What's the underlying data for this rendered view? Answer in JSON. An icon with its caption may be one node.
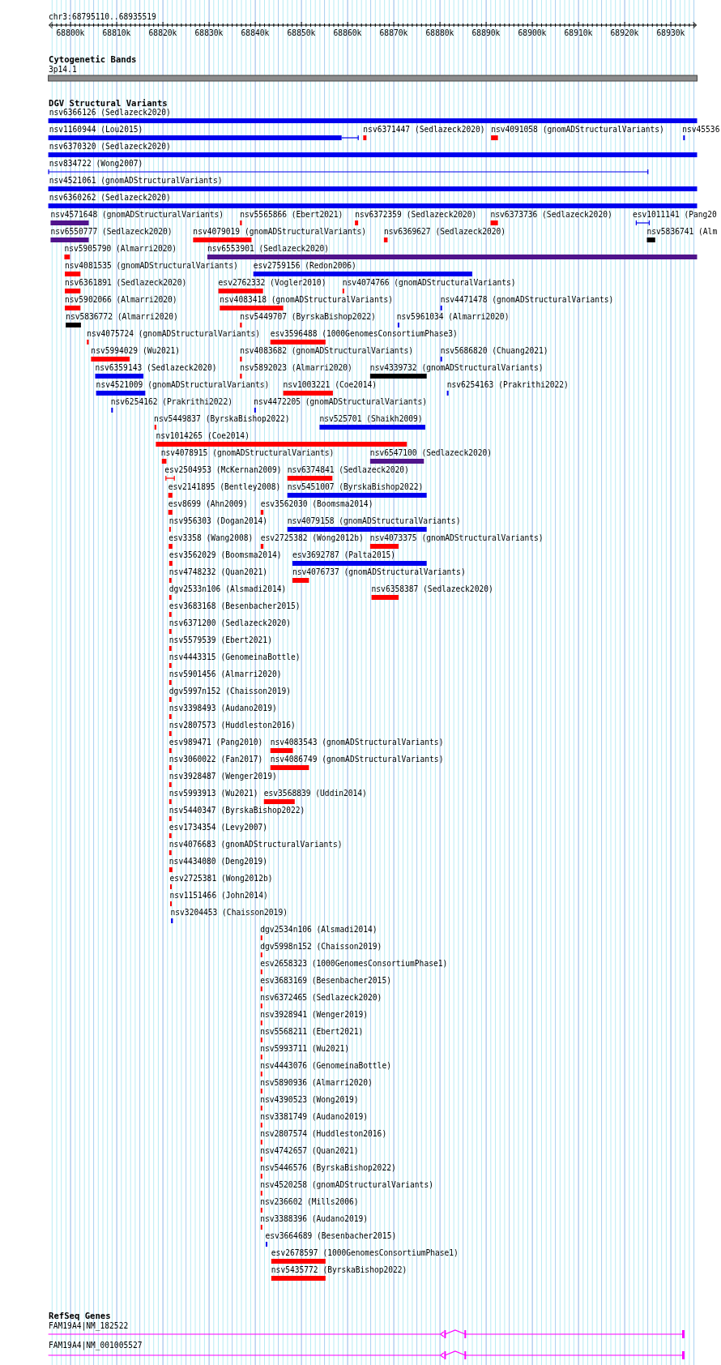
{
  "diagram": {
    "labels": [
      "chr3:68795110..68935519",
      "68800k",
      "68810k",
      "68820k",
      "68830k",
      "68840k",
      "68850k",
      "68860k",
      "68870k",
      "68880k",
      "68890k",
      "68900k",
      "68910k",
      "68920k",
      "68930k",
      "Cytogenetic Bands",
      "3p14.1",
      "DGV Structural Variants",
      "nsv6366126 (Sedlazeck2020)",
      "nsv1160944 (Lou2015)",
      "nsv6371447 (Sedlazeck2020)",
      "nsv4091058 (gnomADStructuralVariants)",
      "nsv45536",
      "nsv6370320 (Sedlazeck2020)",
      "nsv834722 (Wong2007)",
      "nsv4521061 (gnomADStructuralVariants)",
      "nsv6360262 (Sedlazeck2020)",
      "nsv4571648 (gnomADStructuralVariants)",
      "nsv5565866 (Ebert2021)",
      "nsv6372359 (Sedlazeck2020)",
      "nsv6373736 (Sedlazeck2020)",
      "esv1011141 (Pang20",
      "nsv6550777 (Sedlazeck2020)",
      "nsv4079019 (gnomADStructuralVariants)",
      "nsv6369627 (Sedlazeck2020)",
      "nsv5836741 (Alm",
      "nsv5905790 (Almarri2020)",
      "nsv6553901 (Sedlazeck2020)",
      "nsv4081535 (gnomADStructuralVariants)",
      "esv2759156 (Redon2006)",
      "nsv6361891 (Sedlazeck2020)",
      "esv2762332 (Vogler2010)",
      "nsv4074766 (gnomADStructuralVariants)",
      "nsv5902066 (Almarri2020)",
      "nsv4083418 (gnomADStructuralVariants)",
      "nsv4471478 (gnomADStructuralVariants)",
      "nsv5836772 (Almarri2020)",
      "nsv5449707 (ByrskaBishop2022)",
      "nsv5961034 (Almarri2020)",
      "nsv4075724 (gnomADStructuralVariants)",
      "esv3596488 (1000GenomesConsortiumPhase3)",
      "nsv5994029 (Wu2021)",
      "nsv4083682 (gnomADStructuralVariants)",
      "nsv5686820 (Chuang2021)",
      "nsv6359143 (Sedlazeck2020)",
      "nsv5892023 (Almarri2020)",
      "nsv4339732 (gnomADStructuralVariants)",
      "nsv4521009 (gnomADStructuralVariants)",
      "nsv1003221 (Coe2014)",
      "nsv6254163 (Prakrithi2022)",
      "nsv6254162 (Prakrithi2022)",
      "nsv4472205 (gnomADStructuralVariants)",
      "nsv5449837 (ByrskaBishop2022)",
      "nsv525701 (Shaikh2009)",
      "nsv1014265 (Coe2014)",
      "nsv4078915 (gnomADStructuralVariants)",
      "nsv6547100 (Sedlazeck2020)",
      "esv2504953 (McKernan2009)",
      "nsv6374841 (Sedlazeck2020)",
      "esv2141895 (Bentley2008)",
      "nsv5451007 (ByrskaBishop2022)",
      "esv8699 (Ahn2009)",
      "esv3562030 (Boomsma2014)",
      "nsv956303 (Dogan2014)",
      "nsv4079158 (gnomADStructuralVariants)",
      "esv3358 (Wang2008)",
      "esv2725382 (Wong2012b)",
      "nsv4073375 (gnomADStructuralVariants)",
      "esv3562029 (Boomsma2014)",
      "esv3692787 (Palta2015)",
      "nsv4748232 (Quan2021)",
      "nsv4076737 (gnomADStructuralVariants)",
      "dgv2533n106 (Alsmadi2014)",
      "nsv6358387 (Sedlazeck2020)",
      "esv3683168 (Besenbacher2015)",
      "nsv6371200 (Sedlazeck2020)",
      "nsv5579539 (Ebert2021)",
      "nsv4443315 (GenomeinaBottle)",
      "nsv5901456 (Almarri2020)",
      "dgv5997n152 (Chaisson2019)",
      "nsv3398493 (Audano2019)",
      "nsv2807573 (Huddleston2016)",
      "esv989471 (Pang2010)",
      "nsv4083543 (gnomADStructuralVariants)",
      "nsv3060022 (Fan2017)",
      "nsv4086749 (gnomADStructuralVariants)",
      "nsv3928487 (Wenger2019)",
      "nsv5993913 (Wu2021)",
      "esv3568839 (Uddin2014)",
      "nsv5440347 (ByrskaBishop2022)",
      "esv1734354 (Levy2007)",
      "nsv4076683 (gnomADStructuralVariants)",
      "nsv4434080 (Deng2019)",
      "esv2725381 (Wong2012b)",
      "nsv1151466 (John2014)",
      "nsv3204453 (Chaisson2019)",
      "dgv2534n106 (Alsmadi2014)",
      "dgv5998n152 (Chaisson2019)",
      "esv2658323 (1000GenomesConsortiumPhase1)",
      "esv3683169 (Besenbacher2015)",
      "nsv6372465 (Sedlazeck2020)",
      "nsv3928941 (Wenger2019)",
      "nsv5568211 (Ebert2021)",
      "nsv5993711 (Wu2021)",
      "nsv4443076 (GenomeinaBottle)",
      "nsv5890936 (Almarri2020)",
      "nsv4390523 (Wong2019)",
      "nsv3381749 (Audano2019)",
      "nsv2807574 (Huddleston2016)",
      "nsv4742657 (Quan2021)",
      "nsv5446576 (ByrskaBishop2022)",
      "nsv4520258 (gnomADStructuralVariants)",
      "nsv236602 (Mills2006)",
      "nsv3388396 (Audano2019)",
      "esv3664689 (Besenbacher2015)",
      "esv2678597 (1000GenomesConsortiumPhase1)",
      "nsv5435772 (ByrskaBishop2022)",
      "RefSeq Genes",
      "FAM19A4|NM_182522",
      "FAM19A4|NM_001005527"
    ]
  }
}
